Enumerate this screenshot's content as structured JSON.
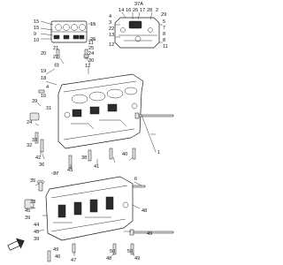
{
  "diagram": {
    "part_callouts": [
      "14",
      "16",
      "26",
      "17",
      "28",
      "2",
      "29",
      "4",
      "3",
      "22",
      "5",
      "7",
      "8",
      "13",
      "8",
      "12",
      "11",
      "15",
      "15",
      "15",
      "9",
      "10",
      "21",
      "25",
      "26",
      "24",
      "27",
      "30",
      "20",
      "11",
      "19",
      "18",
      "12",
      "4",
      "16",
      "39",
      "31",
      "24",
      "33",
      "32",
      "42",
      "36",
      "1",
      "35",
      "37",
      "6",
      "43",
      "41",
      "45",
      "39",
      "44",
      "45",
      "39",
      "49",
      "46",
      "47",
      "48",
      "48",
      "49",
      "50",
      "50",
      "49",
      "33",
      "40",
      "38"
    ],
    "inset_label": "37A",
    "orientation_icon": "front-arrow-icon"
  }
}
